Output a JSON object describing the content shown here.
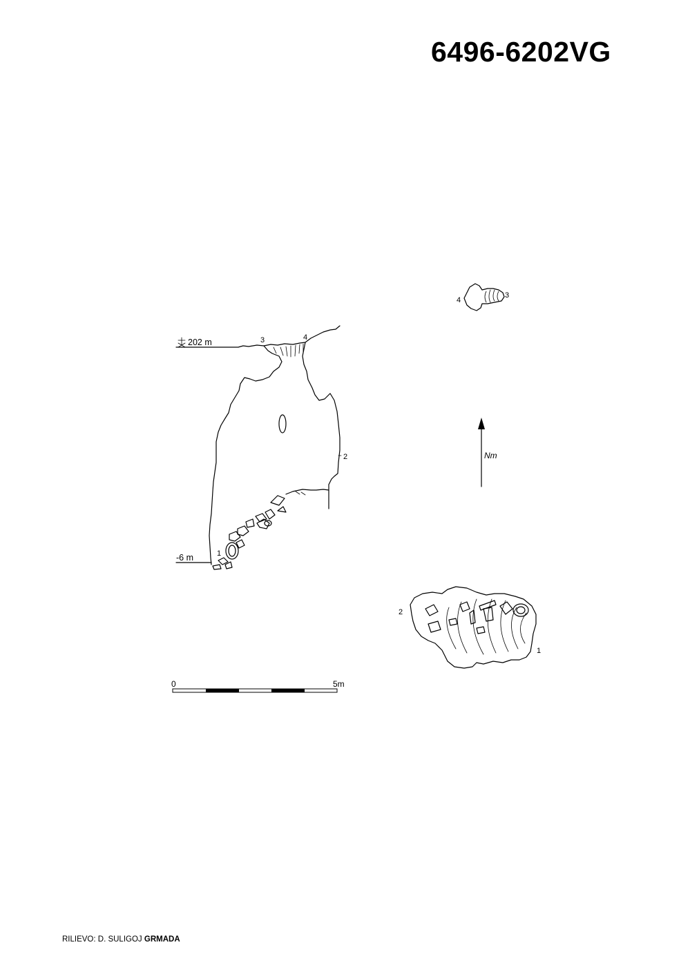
{
  "header": {
    "cave_code": "6496-6202VG"
  },
  "section": {
    "entrance_elevation_label": "202 m",
    "depth_label": "-6 m",
    "stations": [
      "1",
      "2",
      "3",
      "4"
    ]
  },
  "plan": {
    "north_label": "Nm",
    "upper_stations": [
      "3",
      "4"
    ],
    "lower_stations": [
      "1",
      "2"
    ]
  },
  "scale_bar": {
    "start_label": "0",
    "end_label": "5m"
  },
  "footer": {
    "credit_prefix": "RILIEVO: D. SULIGOJ",
    "credit_org": "GRMADA"
  }
}
